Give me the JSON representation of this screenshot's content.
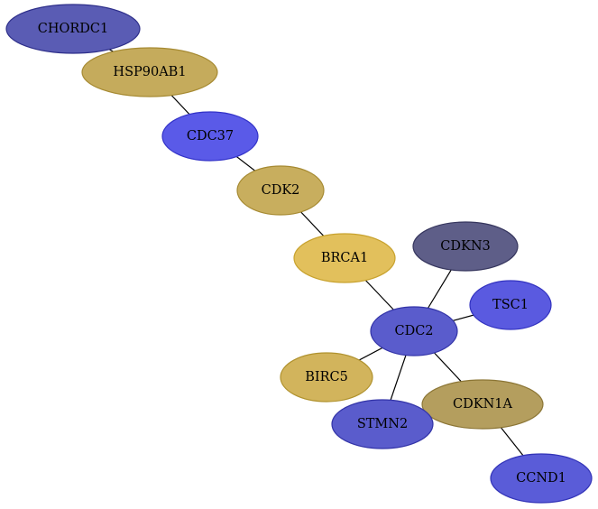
{
  "graph": {
    "nodes": [
      {
        "id": "CHORDC1",
        "label": "CHORDC1",
        "fill": "#5a5cb4",
        "stroke": "#2e2f8a"
      },
      {
        "id": "HSP90AB1",
        "label": "HSP90AB1",
        "fill": "#c5ab5c",
        "stroke": "#a68a32"
      },
      {
        "id": "CDC37",
        "label": "CDC37",
        "fill": "#5a5ae8",
        "stroke": "#3333c8"
      },
      {
        "id": "CDK2",
        "label": "CDK2",
        "fill": "#c8ae5e",
        "stroke": "#a68a32"
      },
      {
        "id": "BRCA1",
        "label": "BRCA1",
        "fill": "#e2c05c",
        "stroke": "#c8a22e"
      },
      {
        "id": "CDKN3",
        "label": "CDKN3",
        "fill": "#5e5e88",
        "stroke": "#36365e"
      },
      {
        "id": "TSC1",
        "label": "TSC1",
        "fill": "#5a5ae0",
        "stroke": "#3333c0"
      },
      {
        "id": "CDC2",
        "label": "CDC2",
        "fill": "#5a5ccc",
        "stroke": "#3334a8"
      },
      {
        "id": "BIRC5",
        "label": "BIRC5",
        "fill": "#d2b45c",
        "stroke": "#b0922e"
      },
      {
        "id": "CDKN1A",
        "label": "CDKN1A",
        "fill": "#b49e5e",
        "stroke": "#8c7636"
      },
      {
        "id": "STMN2",
        "label": "STMN2",
        "fill": "#5a5ccc",
        "stroke": "#3334a8"
      },
      {
        "id": "CCND1",
        "label": "CCND1",
        "fill": "#5a5cd8",
        "stroke": "#3334b8"
      }
    ],
    "edges": [
      {
        "source": "CHORDC1",
        "target": "HSP90AB1"
      },
      {
        "source": "HSP90AB1",
        "target": "CDC37"
      },
      {
        "source": "CDC37",
        "target": "CDK2"
      },
      {
        "source": "CDK2",
        "target": "BRCA1"
      },
      {
        "source": "BRCA1",
        "target": "CDC2"
      },
      {
        "source": "CDKN3",
        "target": "CDC2"
      },
      {
        "source": "TSC1",
        "target": "CDC2"
      },
      {
        "source": "BIRC5",
        "target": "CDC2"
      },
      {
        "source": "STMN2",
        "target": "CDC2"
      },
      {
        "source": "CDKN1A",
        "target": "CDC2"
      },
      {
        "source": "CDKN1A",
        "target": "CCND1"
      }
    ]
  }
}
